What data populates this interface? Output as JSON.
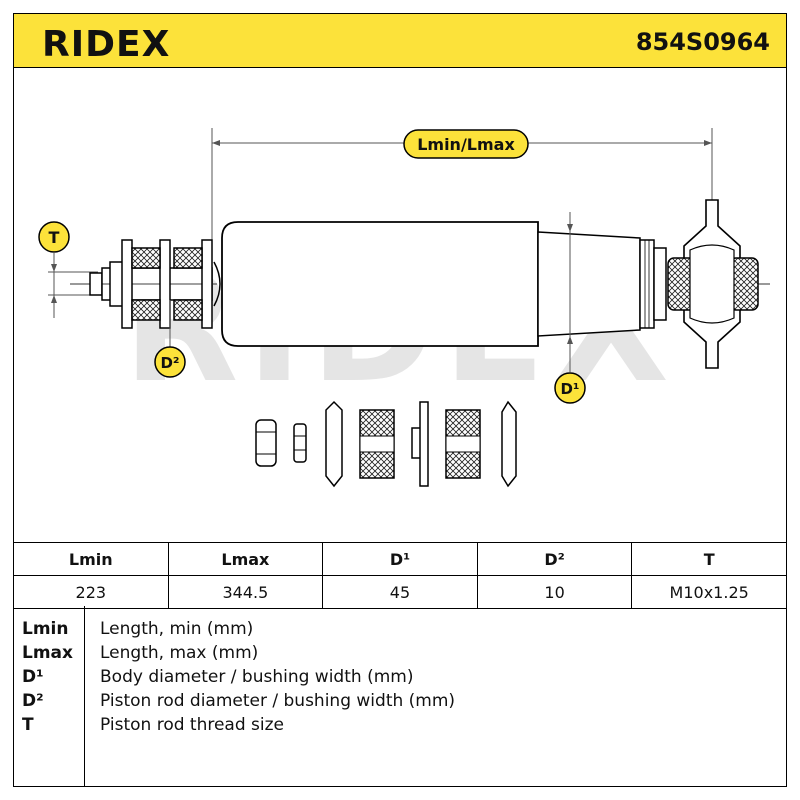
{
  "header": {
    "brand": "RIDEX",
    "part_number": "854S0964"
  },
  "diagram": {
    "dimension_labels": {
      "length": "Lmin/Lmax",
      "thread": "T",
      "rod_diameter": "D²",
      "body_diameter": "D¹"
    },
    "watermark": "RIDEX",
    "colors": {
      "header": "#fce23a",
      "label_badge": "#fce23a",
      "watermark": "#d0d0d0"
    }
  },
  "spec_table": {
    "headers": [
      "Lmin",
      "Lmax",
      "D¹",
      "D²",
      "T"
    ],
    "values": [
      "223",
      "344.5",
      "45",
      "10",
      "M10x1.25"
    ]
  },
  "legend": [
    {
      "key": "Lmin",
      "text": "Length, min (mm)"
    },
    {
      "key": "Lmax",
      "text": "Length, max (mm)"
    },
    {
      "key": "D¹",
      "text": "Body diameter / bushing width (mm)"
    },
    {
      "key": "D²",
      "text": "Piston rod diameter / bushing width (mm)"
    },
    {
      "key": "T",
      "text": "Piston rod thread size"
    }
  ]
}
